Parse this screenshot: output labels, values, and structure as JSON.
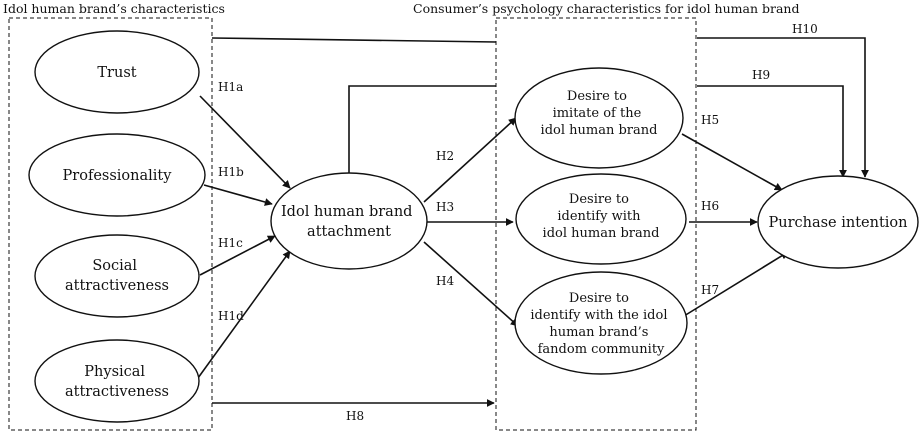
{
  "groups": {
    "idol_characteristics": {
      "title": "Idol human brand’s characteristics"
    },
    "consumer_psychology": {
      "title": "Consumer’s psychology characteristics for idol human brand"
    }
  },
  "nodes": {
    "trust": {
      "lines": [
        "Trust"
      ]
    },
    "professionality": {
      "lines": [
        "Professionality"
      ]
    },
    "social_attractiveness": {
      "lines": [
        "Social",
        "attractiveness"
      ]
    },
    "physical_attractiveness": {
      "lines": [
        "Physical",
        "attractiveness"
      ]
    },
    "attachment": {
      "lines": [
        "Idol human brand",
        "attachment"
      ]
    },
    "desire_imitate": {
      "lines": [
        "Desire to",
        "imitate of the",
        "idol human brand"
      ]
    },
    "desire_identify": {
      "lines": [
        "Desire to",
        "identify with",
        "idol human brand"
      ]
    },
    "desire_fandom": {
      "lines": [
        "Desire to",
        "identify with the idol",
        "human brand’s",
        "fandom community"
      ]
    },
    "purchase_intention": {
      "lines": [
        "Purchase intention"
      ]
    }
  },
  "hypotheses": {
    "h1a": "H1a",
    "h1b": "H1b",
    "h1c": "H1c",
    "h1d": "H1d",
    "h2": "H2",
    "h3": "H3",
    "h4": "H4",
    "h5": "H5",
    "h6": "H6",
    "h7": "H7",
    "h8": "H8",
    "h9": "H9",
    "h10": "H10"
  },
  "edges": [
    {
      "id": "h1a",
      "from": "trust",
      "to": "attachment"
    },
    {
      "id": "h1b",
      "from": "professionality",
      "to": "attachment"
    },
    {
      "id": "h1c",
      "from": "social_attractiveness",
      "to": "attachment"
    },
    {
      "id": "h1d",
      "from": "physical_attractiveness",
      "to": "attachment"
    },
    {
      "id": "h2",
      "from": "attachment",
      "to": "desire_imitate"
    },
    {
      "id": "h3",
      "from": "attachment",
      "to": "desire_identify"
    },
    {
      "id": "h4",
      "from": "attachment",
      "to": "desire_fandom"
    },
    {
      "id": "h5",
      "from": "desire_imitate",
      "to": "purchase_intention"
    },
    {
      "id": "h6",
      "from": "desire_identify",
      "to": "purchase_intention"
    },
    {
      "id": "h7",
      "from": "desire_fandom",
      "to": "purchase_intention"
    },
    {
      "id": "h8",
      "from": "idol_characteristics",
      "to": "consumer_psychology"
    },
    {
      "id": "h9",
      "from": "attachment",
      "to": "purchase_intention"
    },
    {
      "id": "h10",
      "from": "idol_characteristics",
      "to": "purchase_intention"
    }
  ]
}
